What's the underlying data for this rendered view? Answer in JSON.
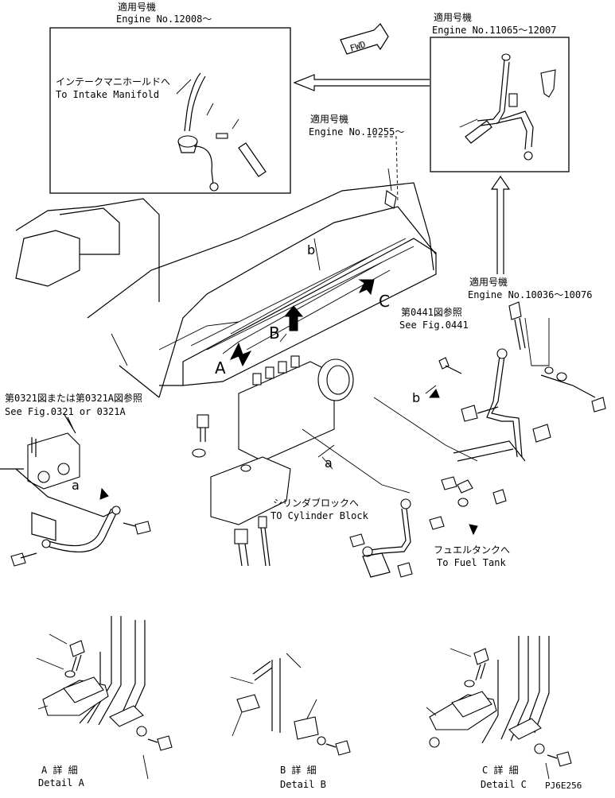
{
  "inset_12008": {
    "jp": "適用号機",
    "en": "Engine No.12008～"
  },
  "inset_11065": {
    "jp": "適用号機",
    "en": "Engine No.11065～12007"
  },
  "inset_10255": {
    "jp": "適用号機",
    "en": "Engine No.10255～"
  },
  "inset_10036": {
    "jp": "適用号機",
    "en": "Engine No.10036～10076"
  },
  "fwd": "FWD",
  "intake": {
    "jp": "インテークマニホールドへ",
    "en": "To Intake Manifold"
  },
  "ref_0441": {
    "jp": "第0441図参照",
    "en": "See Fig.0441"
  },
  "ref_0321": {
    "jp": "第0321図または第0321A図参照",
    "en": "See Fig.0321 or 0321A"
  },
  "cyl_block": {
    "jp": "シリンダブロックへ",
    "en": "TO Cylinder Block"
  },
  "fuel_tank": {
    "jp": "フュエルタンクへ",
    "en": "To Fuel Tank"
  },
  "letters": {
    "A": "A",
    "B": "B",
    "C": "C",
    "a1": "a",
    "a2": "a",
    "b1": "b",
    "b2": "b"
  },
  "detail_a": {
    "jp": "A 詳 細",
    "en": "Detail A"
  },
  "detail_b": {
    "jp": "B 詳 細",
    "en": "Detail B"
  },
  "detail_c": {
    "jp": "C 詳 細",
    "en": "Detail C"
  },
  "code": "PJ6E256"
}
